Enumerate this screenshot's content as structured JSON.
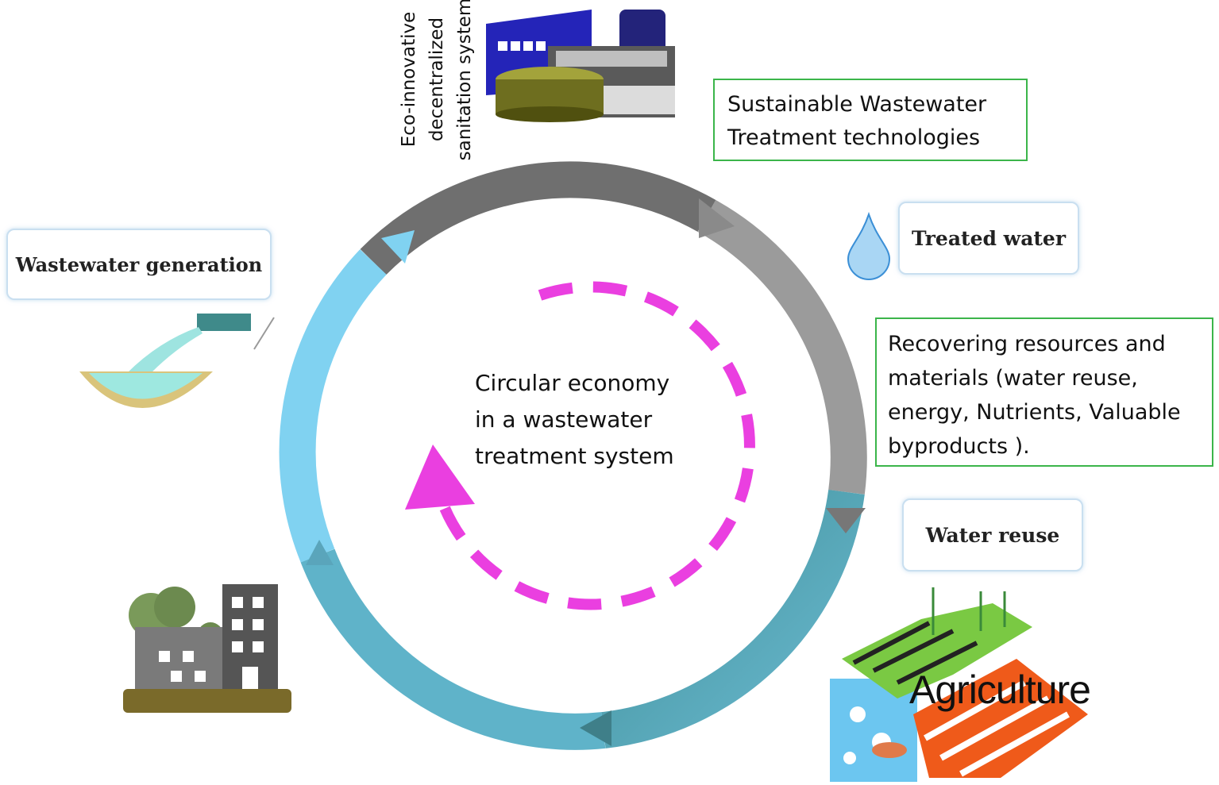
{
  "diagram": {
    "center_label_lines": [
      "Circular economy",
      "in a wastewater",
      "treatment system"
    ],
    "eco_label_lines": [
      "Eco-innovative",
      "decentralized",
      "sanitation system"
    ],
    "sustainable_lines": [
      "Sustainable Wastewater",
      "Treatment technologies"
    ],
    "treated_water": "Treated water",
    "recovering_lines": [
      "Recovering resources and",
      "materials (water reuse,",
      "energy, Nutrients, Valuable",
      "byproducts )."
    ],
    "water_reuse": "Water reuse",
    "wastewater_generation": "Wastewater generation",
    "agriculture": "Agriculture"
  },
  "colors": {
    "ring_gray_dark": "#6e6e6e",
    "ring_gray_light": "#9a9a9a",
    "ring_teal": "#4f9aa8",
    "ring_blue": "#7fd0ef",
    "inner_dash": "#ea3fe0",
    "box_green": "#3bb54a",
    "box_blue": "#c9dff0"
  },
  "icons": [
    "sanitation-plant-icon",
    "water-drop-icon",
    "agriculture-icon",
    "buildings-icon",
    "pipe-pond-icon"
  ]
}
